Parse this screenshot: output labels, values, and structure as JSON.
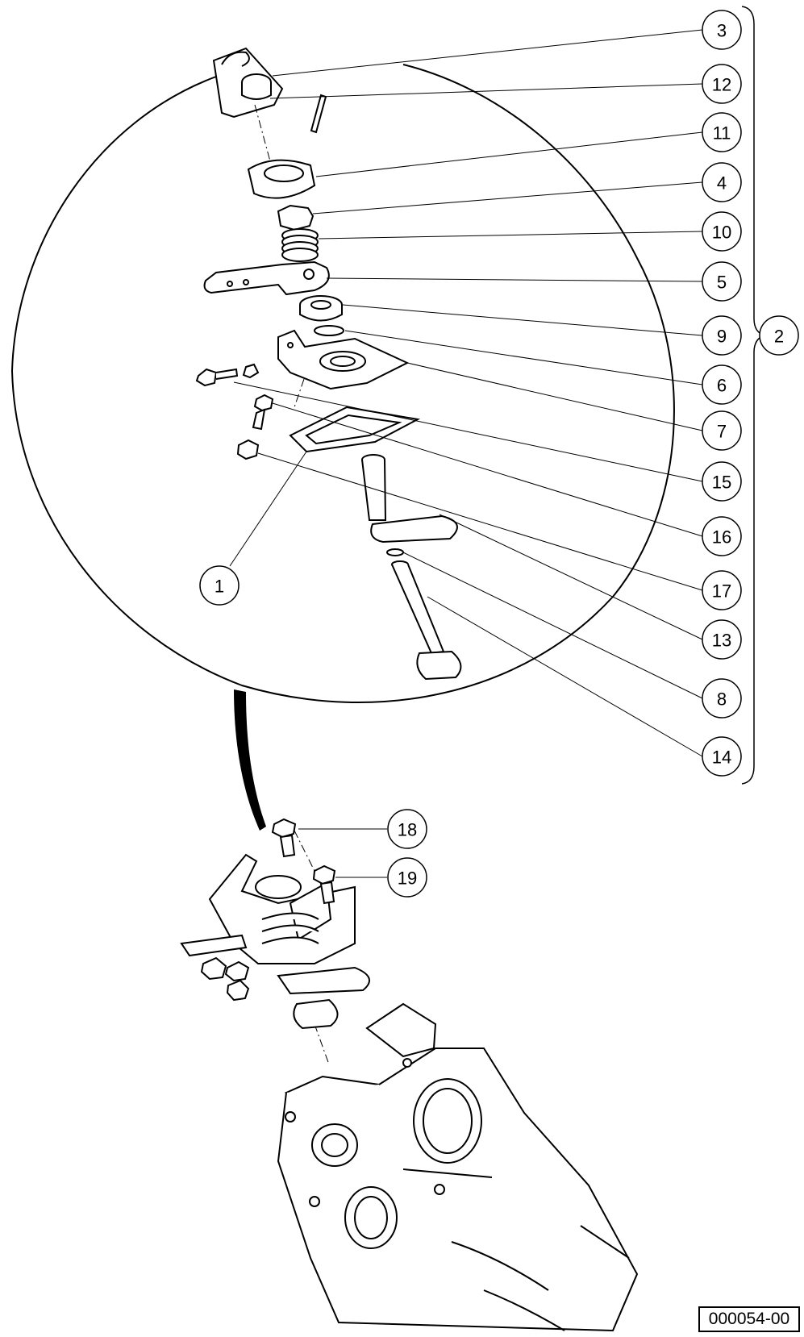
{
  "figure_id": "000054-00",
  "callouts": {
    "c1": "1",
    "c2": "2",
    "c3": "3",
    "c4": "4",
    "c5": "5",
    "c6": "6",
    "c7": "7",
    "c8": "8",
    "c9": "9",
    "c10": "10",
    "c11": "11",
    "c12": "12",
    "c13": "13",
    "c14": "14",
    "c15": "15",
    "c16": "16",
    "c17": "17",
    "c18": "18",
    "c19": "19"
  }
}
